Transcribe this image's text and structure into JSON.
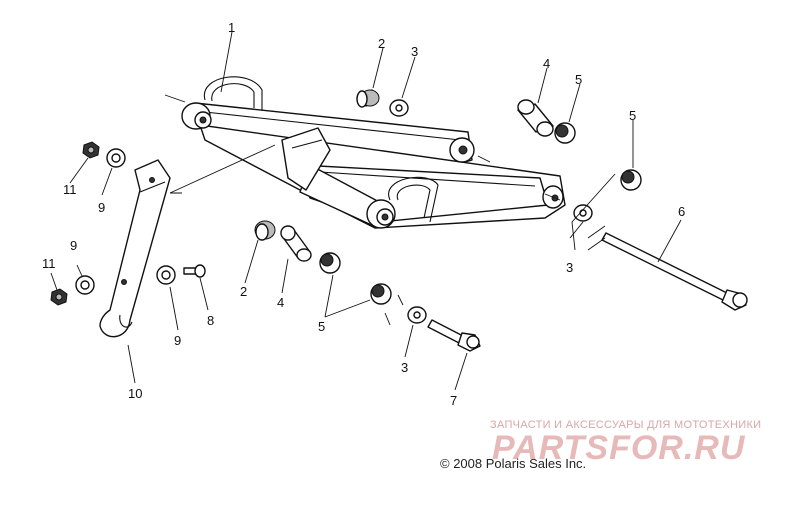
{
  "callouts": {
    "c1": "1",
    "c2a": "2",
    "c2b": "2",
    "c3a": "3",
    "c3b": "3",
    "c3c": "3",
    "c4a": "4",
    "c4b": "4",
    "c5a": "5",
    "c5b": "5",
    "c5c": "5",
    "c6": "6",
    "c7": "7",
    "c8": "8",
    "c9a": "9",
    "c9b": "9",
    "c9c": "9",
    "c10": "10",
    "c11a": "11",
    "c11b": "11"
  },
  "copyright": "© 2008 Polaris Sales Inc.",
  "watermark": {
    "tagline": "ЗАПЧАСТИ И АКСЕССУАРЫ ДЛЯ МОТОТЕХНИКИ",
    "logo": "PARTSFOR.RU"
  }
}
